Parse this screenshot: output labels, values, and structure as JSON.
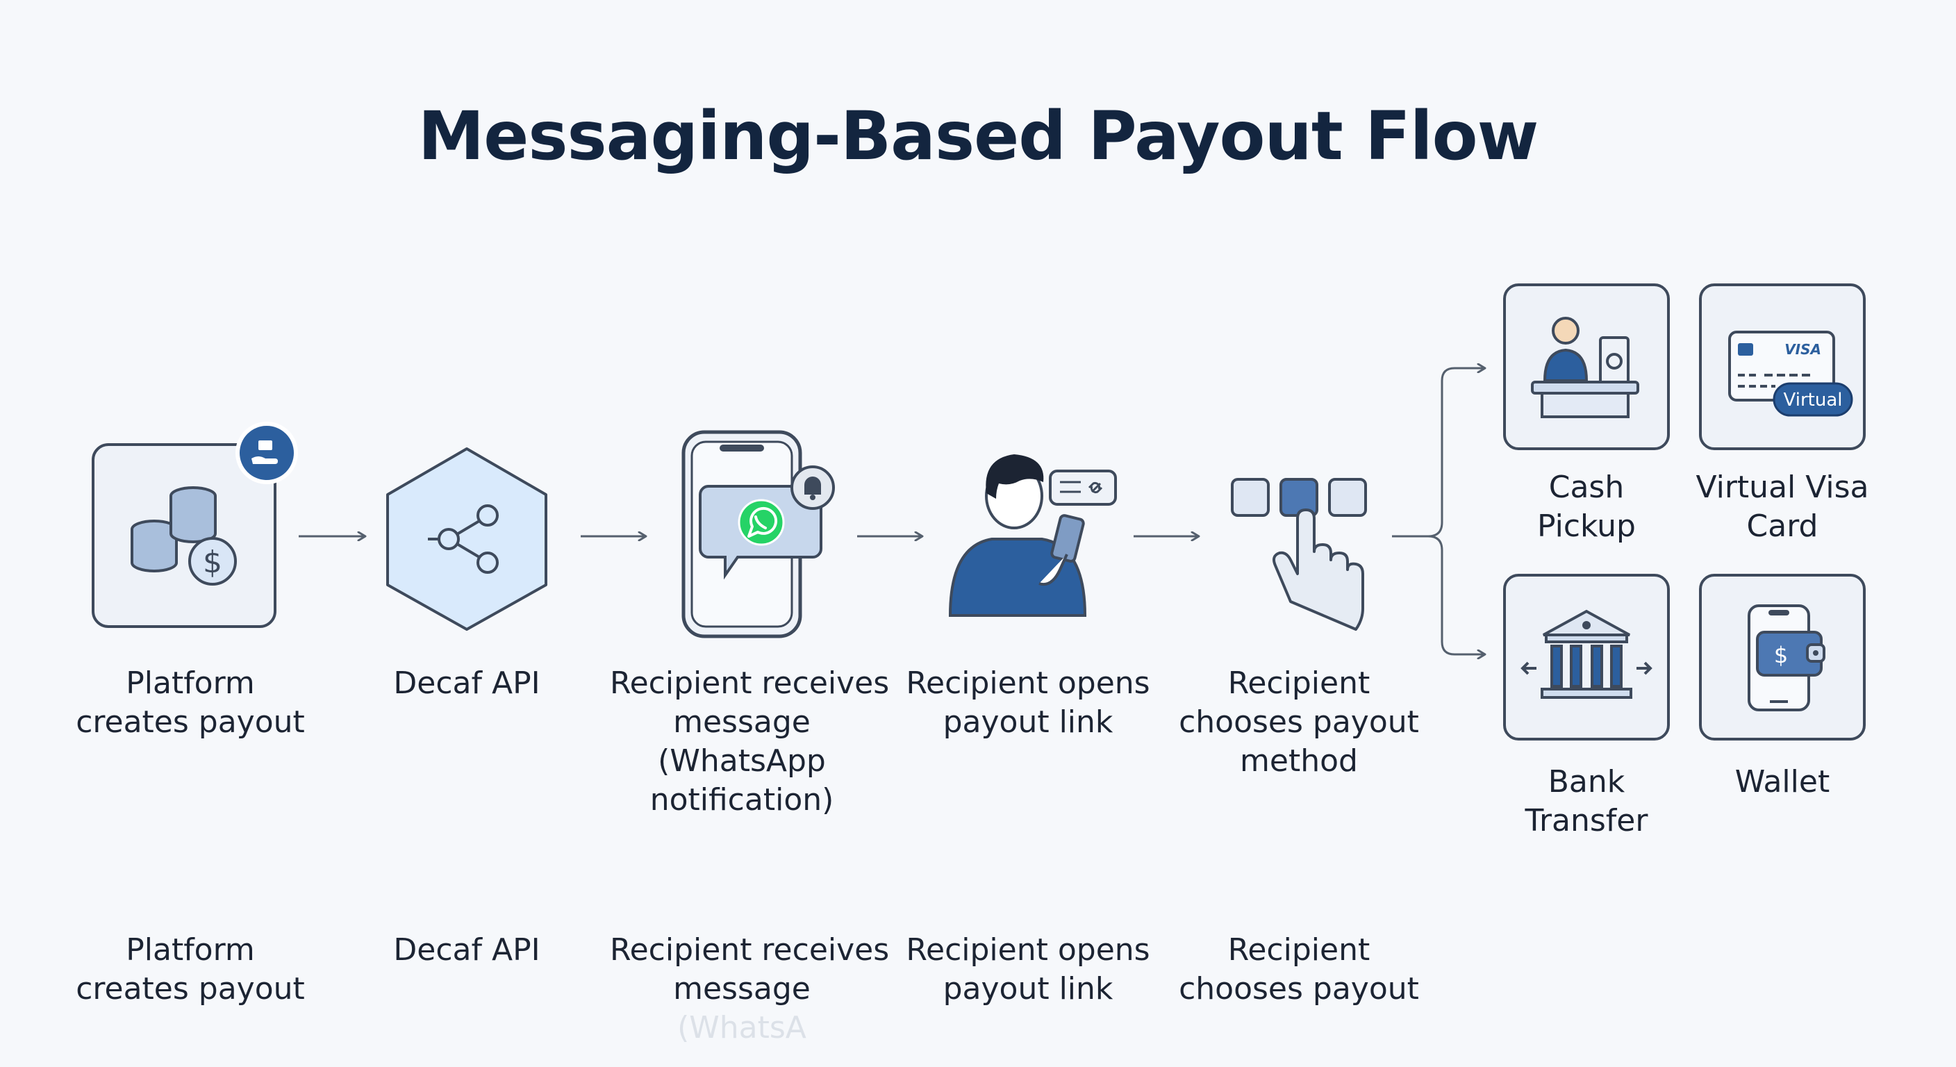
{
  "title": "Messaging-Based Payout Flow",
  "colors": {
    "title": "#13253f",
    "accent": "#2c5f9e",
    "card_fill": "#eef2f8",
    "card_stroke": "#3e4a5c",
    "hex_fill": "#d9eafc",
    "whatsapp": "#25d366",
    "arrow": "#55606e"
  },
  "steps": [
    {
      "id": "platform",
      "icon": "coins-icon",
      "badge_icon": "hand-money-icon",
      "lines": [
        "Platform",
        "creates payout"
      ]
    },
    {
      "id": "api",
      "icon": "share-nodes-icon",
      "lines": [
        "Decaf API"
      ]
    },
    {
      "id": "message",
      "icon": "phone-whatsapp-icon",
      "badge_icon": "bell-icon",
      "lines": [
        "Recipient receives",
        "message",
        "(WhatsApp",
        "notification)"
      ]
    },
    {
      "id": "open",
      "icon": "person-phone-icon",
      "lines": [
        "Recipient opens",
        "payout link"
      ]
    },
    {
      "id": "choose",
      "icon": "hand-tap-icon",
      "lines": [
        "Recipient",
        "chooses payout",
        "method"
      ]
    }
  ],
  "methods": [
    {
      "id": "cash",
      "icon": "cash-counter-icon",
      "lines": [
        "Cash",
        "Pickup"
      ]
    },
    {
      "id": "visa",
      "icon": "visa-card-icon",
      "card_brand": "VISA",
      "card_badge": "Virtual",
      "lines": [
        "Virtual Visa",
        "Card"
      ]
    },
    {
      "id": "bank",
      "icon": "bank-icon",
      "lines": [
        "Bank",
        "Transfer"
      ]
    },
    {
      "id": "wallet",
      "icon": "wallet-icon",
      "lines": [
        "Wallet"
      ]
    }
  ],
  "repeat_labels": [
    {
      "lines": [
        "Platform",
        "creates payout"
      ]
    },
    {
      "lines": [
        "Decaf API"
      ]
    },
    {
      "lines": [
        "Recipient receives",
        "message",
        "(WhatsA"
      ]
    },
    {
      "lines": [
        "Recipient opens",
        "payout link"
      ]
    },
    {
      "lines": [
        "Recipient",
        "chooses payout"
      ]
    }
  ]
}
